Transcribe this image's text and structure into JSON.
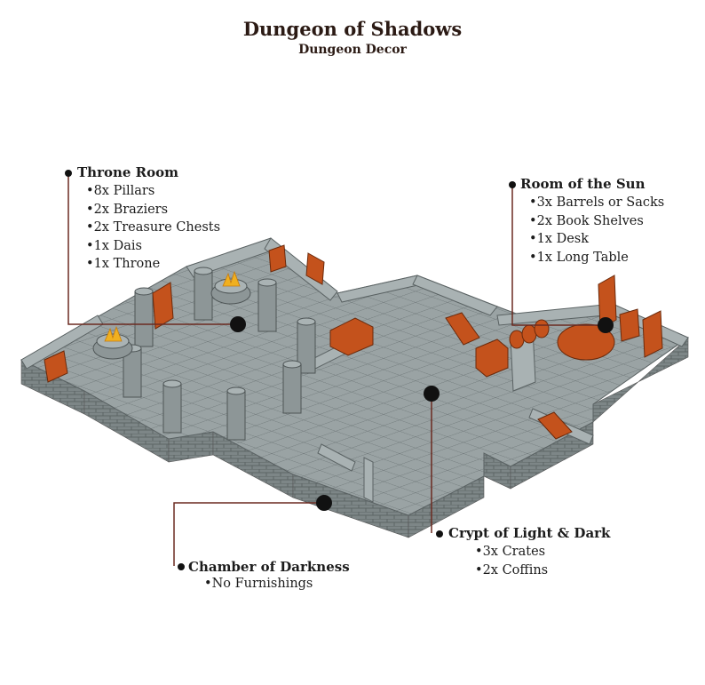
{
  "title": "Dungeon of Shadows",
  "subtitle": "Dungeon Decor",
  "colors": {
    "floor_top": "#9aa3a4",
    "floor_grid": "#6e7778",
    "wall_side": "#7d8687",
    "wall_top": "#a9b2b3",
    "furniture": "#c4521c",
    "furniture_dark": "#8a3410",
    "fire": "#f0b020",
    "leader": "#6b2a20",
    "marker": "#111111"
  },
  "rooms": [
    {
      "name": "Throne Room",
      "items": [
        "8x Pillars",
        "2x Braziers",
        "2x Treasure Chests",
        "1x Dais",
        "1x Throne"
      ]
    },
    {
      "name": "Room of the Sun",
      "items": [
        "3x Barrels or Sacks",
        "2x Book Shelves",
        "1x Desk",
        "1x Long Table"
      ]
    },
    {
      "name": "Crypt of Light & Dark",
      "items": [
        "3x Crates",
        "2x Coffins"
      ]
    },
    {
      "name": "Chamber of Darkness",
      "items": [
        "No Furnishings"
      ]
    }
  ]
}
